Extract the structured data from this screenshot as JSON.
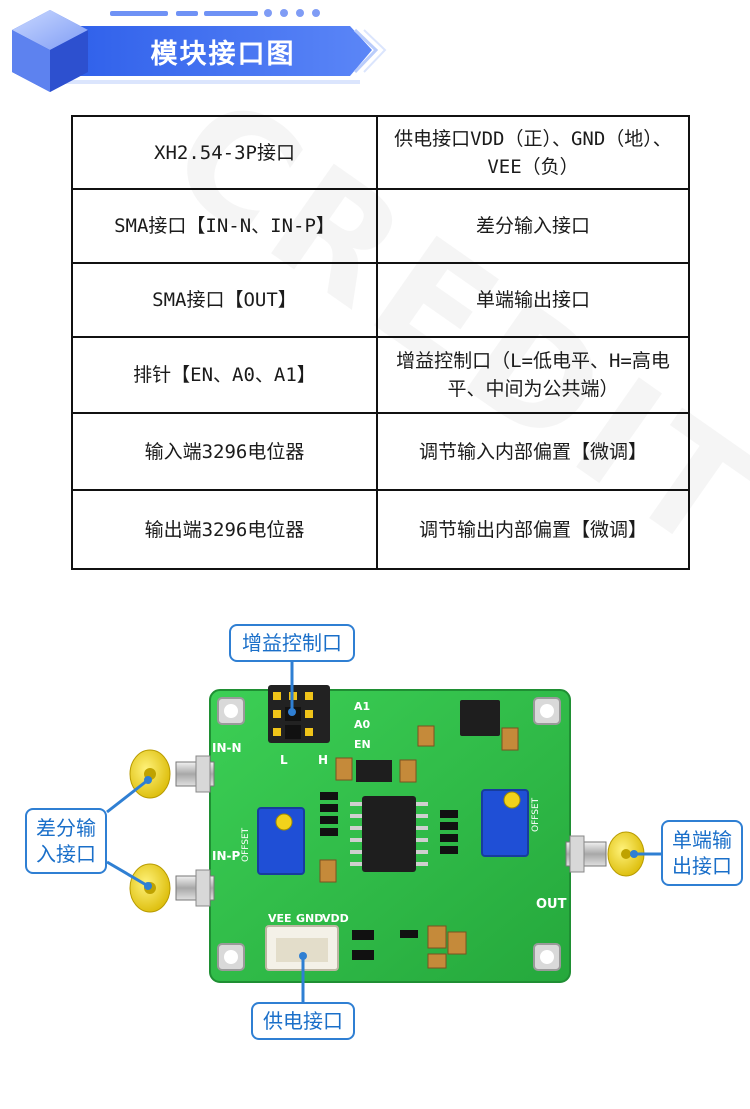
{
  "header": {
    "title": "模块接口图"
  },
  "table": {
    "rows": [
      {
        "interface": "XH2.54-3P接口",
        "description": "供电接口VDD（正）、GND（地）、VEE（负）"
      },
      {
        "interface": "SMA接口【IN-N、IN-P】",
        "description": "差分输入接口"
      },
      {
        "interface": "SMA接口【OUT】",
        "description": "单端输出接口"
      },
      {
        "interface": "排针【EN、A0、A1】",
        "description": "增益控制口（L=低电平、H=高电平、中间为公共端）"
      },
      {
        "interface": "输入端3296电位器",
        "description": "调节输入内部偏置【微调】"
      },
      {
        "interface": "输出端3296电位器",
        "description": "调节输出内部偏置【微调】"
      }
    ]
  },
  "board": {
    "pin_labels": {
      "a1": "A1",
      "a0": "A0",
      "en": "EN",
      "l": "L",
      "h": "H"
    },
    "in_n": "IN-N",
    "in_p": "IN-P",
    "out": "OUT",
    "power_labels": {
      "vee": "VEE",
      "gnd": "GND",
      "vdd": "VDD"
    },
    "offset_label": "OFFSET"
  },
  "callouts": {
    "gain": "增益控制口",
    "diff_in": "差分输入接口",
    "single_out": "单端输出接口",
    "power": "供电接口"
  },
  "colors": {
    "banner_blue": "#3a6cf2",
    "pcb_green": "#2fc04a",
    "callout_blue": "#2f7fd3",
    "sma_gold": "#e8cf10"
  }
}
